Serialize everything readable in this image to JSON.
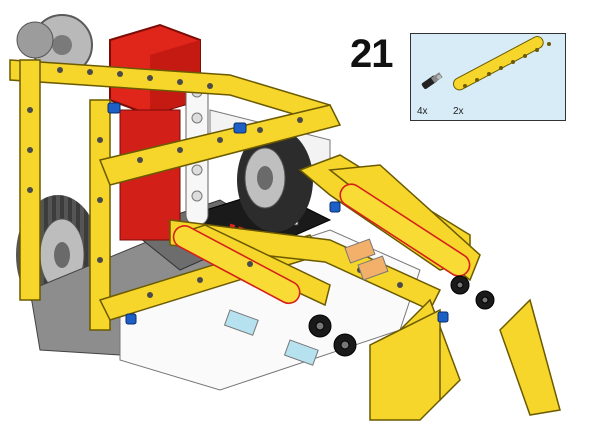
{
  "instructions": {
    "step_number": "21",
    "parts": [
      {
        "icon": "axle-pin-icon",
        "quantity": "4x"
      },
      {
        "icon": "yellow-beam-icon",
        "quantity": "2x"
      }
    ]
  },
  "colors": {
    "yellow": "#f6d62a",
    "red": "#e0251b",
    "blue": "#1b5fc7",
    "light_gray": "#c9c9c9",
    "dark_gray": "#4a4a4a",
    "white": "#fafafa",
    "black": "#1a1a1a",
    "callout_bg": "#d7ecf7"
  }
}
